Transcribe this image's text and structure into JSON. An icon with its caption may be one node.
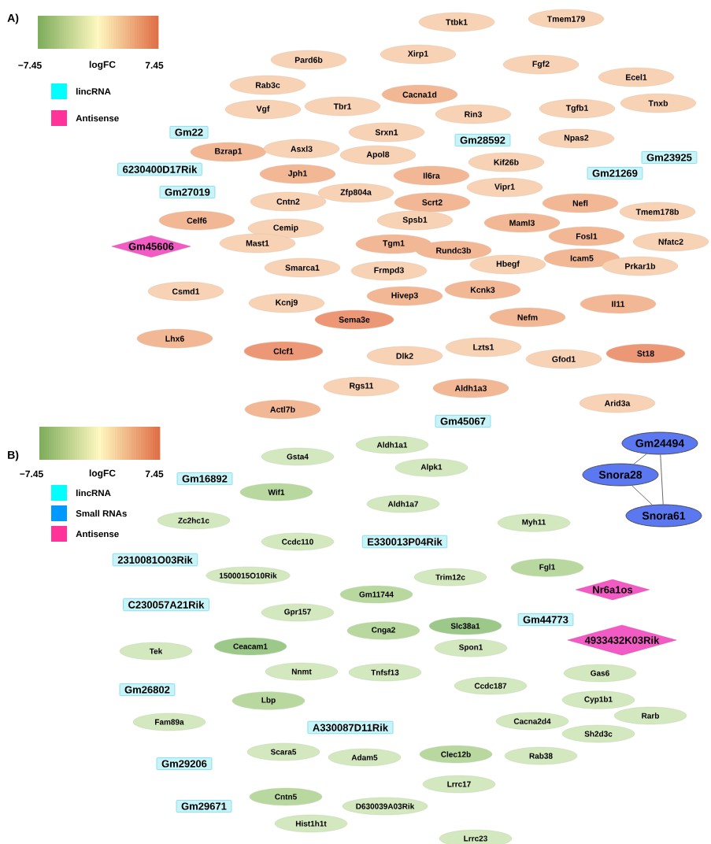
{
  "diagram": {
    "nodes": [
      {
        "text": [
          "Ttbk1"
        ]
      },
      {
        "text": [
          "Tmem179"
        ]
      },
      {
        "text": [
          "Pard6b"
        ]
      },
      {
        "text": [
          "Xirp1"
        ]
      },
      {
        "text": [
          "Fgf2"
        ]
      },
      {
        "text": [
          "Rab3c"
        ]
      },
      {
        "text": [
          "Ecel1"
        ]
      },
      {
        "text": [
          "Cacna1d"
        ]
      },
      {
        "text": [
          "Vgf"
        ]
      },
      {
        "text": [
          "Tbr1"
        ]
      },
      {
        "text": [
          "Tgfb1"
        ]
      },
      {
        "text": [
          "Tnxb"
        ]
      },
      {
        "text": [
          "Rin3"
        ]
      },
      {
        "text": [
          "Gm22"
        ]
      },
      {
        "text": [
          "Srxn1"
        ]
      },
      {
        "text": [
          "Gm28592"
        ]
      },
      {
        "text": [
          "Npas2"
        ]
      },
      {
        "text": [
          "Bzrap1"
        ]
      },
      {
        "text": [
          "Asxl3"
        ]
      },
      {
        "text": [
          "Apol8"
        ]
      },
      {
        "text": [
          "Gm23925"
        ]
      },
      {
        "text": [
          "Kif26b"
        ]
      },
      {
        "text": [
          "6230400D17Rik"
        ]
      },
      {
        "text": [
          "Gm21269"
        ]
      },
      {
        "text": [
          "Jph1"
        ]
      },
      {
        "text": [
          "Il6ra"
        ]
      },
      {
        "text": [
          "Gm27019"
        ]
      },
      {
        "text": [
          "Cntn2"
        ]
      },
      {
        "text": [
          "Zfp804a"
        ]
      },
      {
        "text": [
          "Vipr1"
        ]
      },
      {
        "text": [
          "Scrt2"
        ]
      },
      {
        "text": [
          "Nefl"
        ]
      },
      {
        "text": [
          "Tmem178b"
        ]
      },
      {
        "text": [
          "Celf6"
        ]
      },
      {
        "text": [
          "Cemip"
        ]
      },
      {
        "text": [
          "Spsb1"
        ]
      },
      {
        "text": [
          "Maml3"
        ]
      },
      {
        "text": [
          "Mast1"
        ]
      },
      {
        "text": [
          "Tgm1"
        ]
      },
      {
        "text": [
          "Fosl1"
        ]
      },
      {
        "text": [
          "Nfatc2"
        ]
      },
      {
        "text": [
          "Gm45606"
        ]
      },
      {
        "text": [
          "Rundc3b"
        ]
      },
      {
        "text": [
          "Icam5"
        ]
      },
      {
        "text": [
          "Prkar1b"
        ]
      },
      {
        "text": [
          "Smarca1"
        ]
      },
      {
        "text": [
          "Frmpd3"
        ]
      },
      {
        "text": [
          "Hbegf"
        ]
      },
      {
        "text": [
          "Csmd1"
        ]
      },
      {
        "text": [
          "Hivep3"
        ]
      },
      {
        "text": [
          "Kcnk3"
        ]
      },
      {
        "text": [
          "Kcnj9"
        ]
      },
      {
        "text": [
          "Il11"
        ]
      },
      {
        "text": [
          "Sema3e"
        ]
      },
      {
        "text": [
          "Nefm"
        ]
      },
      {
        "text": [
          "Lhx6"
        ]
      },
      {
        "text": [
          "Clcf1"
        ]
      },
      {
        "text": [
          "Dlk2"
        ]
      },
      {
        "text": [
          "Lzts1"
        ]
      },
      {
        "text": [
          "Gfod1"
        ]
      },
      {
        "text": [
          "St18"
        ]
      },
      {
        "text": [
          "Rgs11"
        ]
      },
      {
        "text": [
          "Aldh1a3"
        ]
      },
      {
        "text": [
          "Arid3a"
        ]
      },
      {
        "text": [
          "Actl7b"
        ]
      },
      {
        "text": [
          "Gm45067"
        ]
      },
      {
        "text": [
          "Gm24494"
        ]
      },
      {
        "text": [
          "Aldh1a1"
        ]
      },
      {
        "text": [
          "Gsta4"
        ]
      },
      {
        "text": [
          "Alpk1"
        ]
      },
      {
        "text": [
          "Gm16892"
        ]
      },
      {
        "text": [
          "Snora28"
        ]
      },
      {
        "text": [
          "Wif1"
        ]
      },
      {
        "text": [
          "Aldh1a7"
        ]
      },
      {
        "text": [
          "Snora61"
        ]
      },
      {
        "text": [
          "Zc2hc1c"
        ]
      },
      {
        "text": [
          "Myh11"
        ]
      },
      {
        "text": [
          "Ccdc110"
        ]
      },
      {
        "text": [
          "E330013P04Rik"
        ]
      },
      {
        "text": [
          "2310081O03Rik"
        ]
      },
      {
        "text": [
          "1500015O10Rik"
        ]
      },
      {
        "text": [
          "Fgl1"
        ]
      },
      {
        "text": [
          "Trim12c"
        ]
      },
      {
        "text": [
          "Nr6a1os"
        ]
      },
      {
        "text": [
          "Gm11744"
        ]
      },
      {
        "text": [
          "C230057A21Rik"
        ]
      },
      {
        "text": [
          "Gpr157"
        ]
      },
      {
        "text": [
          "Gm44773"
        ]
      },
      {
        "text": [
          "Slc38a1"
        ]
      },
      {
        "text": [
          "Cnga2"
        ]
      },
      {
        "text": [
          "4933432K03Rik"
        ]
      },
      {
        "text": [
          "Tek"
        ]
      },
      {
        "text": [
          "Ceacam1"
        ]
      },
      {
        "text": [
          "Spon1"
        ]
      },
      {
        "text": [
          "Nnmt"
        ]
      },
      {
        "text": [
          "Tnfsf13"
        ]
      },
      {
        "text": [
          "Gas6"
        ]
      },
      {
        "text": [
          "Ccdc187"
        ]
      },
      {
        "text": [
          "Gm26802"
        ]
      },
      {
        "text": [
          "Lbp"
        ]
      },
      {
        "text": [
          "Cyp1b1"
        ]
      },
      {
        "text": [
          "Rarb"
        ]
      },
      {
        "text": [
          "Fam89a"
        ]
      },
      {
        "text": [
          "A330087D11Rik"
        ]
      },
      {
        "text": [
          "Cacna2d4"
        ]
      },
      {
        "text": [
          "Sh2d3c"
        ]
      },
      {
        "text": [
          "Scara5"
        ]
      },
      {
        "text": [
          "Adam5"
        ]
      },
      {
        "text": [
          "Clec12b"
        ]
      },
      {
        "text": [
          "Rab38"
        ]
      },
      {
        "text": [
          "Gm29206"
        ]
      },
      {
        "text": [
          "Lrrc17"
        ]
      },
      {
        "text": [
          "Cntn5"
        ]
      },
      {
        "text": [
          "Gm29671"
        ]
      },
      {
        "text": [
          "D630039A03Rik"
        ]
      },
      {
        "text": [
          "Hist1h1t"
        ]
      },
      {
        "text": [
          "Lrrc23"
        ]
      }
    ],
    "edges": [
      {
        "from": 66,
        "to": 71,
        "arrow": "none"
      },
      {
        "from": 66,
        "to": 74,
        "arrow": "none"
      },
      {
        "from": 71,
        "to": 74,
        "arrow": "none"
      }
    ],
    "labels": [
      "A)",
      "−7.45",
      "logFC",
      "7.45",
      "B)",
      "−7.45",
      "logFC",
      "7.45"
    ],
    "legend": [
      {
        "text": "lincRNA",
        "color": "#00ffff"
      },
      {
        "text": "Antisense",
        "color": "#ff3399"
      },
      {
        "text": "lincRNA",
        "color": "#00ffff"
      },
      {
        "text": "Small RNAs",
        "color": "#0099ff"
      },
      {
        "text": "Antisense",
        "color": "#ff3399"
      }
    ]
  }
}
